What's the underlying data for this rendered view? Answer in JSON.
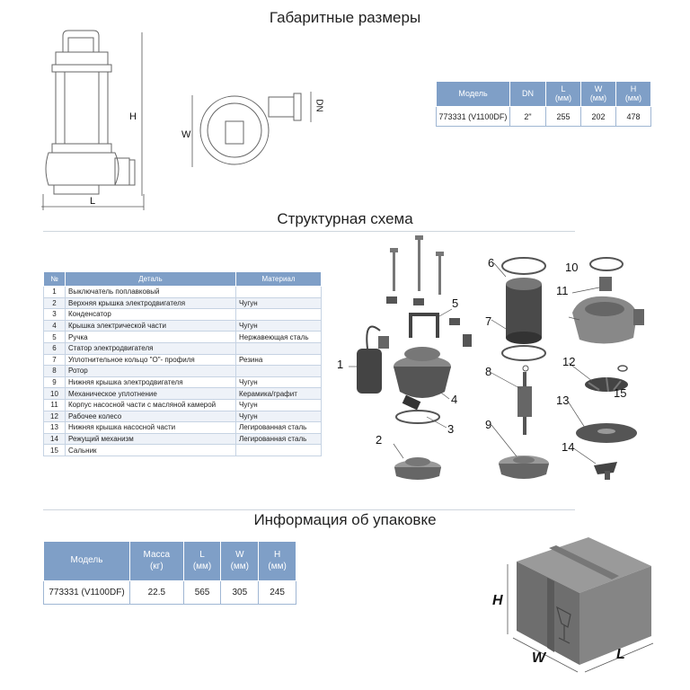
{
  "sections": {
    "dimensions_title": "Габаритные размеры",
    "structure_title": "Структурная схема",
    "packaging_title": "Информация об упаковке"
  },
  "dimension_labels": {
    "h": "H",
    "l": "L",
    "w": "W",
    "dn": "DN"
  },
  "spec_table": {
    "headers": {
      "model": "Модель",
      "dn": "DN",
      "l": "L",
      "l_unit": "(мм)",
      "w": "W",
      "w_unit": "(мм)",
      "h": "H",
      "h_unit": "(мм)"
    },
    "row": {
      "model": "773331 (V1100DF)",
      "dn": "2\"",
      "l": "255",
      "w": "202",
      "h": "478"
    }
  },
  "parts_table": {
    "headers": {
      "no": "№",
      "part": "Деталь",
      "material": "Материал"
    },
    "rows": [
      {
        "no": "1",
        "part": "Выключатель поплавковый",
        "material": ""
      },
      {
        "no": "2",
        "part": "Верхняя крышка электродвигателя",
        "material": "Чугун"
      },
      {
        "no": "3",
        "part": "Конденсатор",
        "material": ""
      },
      {
        "no": "4",
        "part": "Крышка электрической части",
        "material": "Чугун"
      },
      {
        "no": "5",
        "part": "Ручка",
        "material": "Нержавеющая сталь"
      },
      {
        "no": "6",
        "part": "Статор электродвигателя",
        "material": ""
      },
      {
        "no": "7",
        "part": "Уплотнительное кольцо \"О\"- профиля",
        "material": "Резина"
      },
      {
        "no": "8",
        "part": "Ротор",
        "material": ""
      },
      {
        "no": "9",
        "part": "Нижняя крышка электродвигателя",
        "material": "Чугун"
      },
      {
        "no": "10",
        "part": "Механическое уплотнение",
        "material": "Керамика/графит"
      },
      {
        "no": "11",
        "part": "Корпус насосной части с масляной камерой",
        "material": "Чугун"
      },
      {
        "no": "12",
        "part": "Рабочее колесо",
        "material": "Чугун"
      },
      {
        "no": "13",
        "part": "Нижняя крышка насосной части",
        "material": "Легированная сталь"
      },
      {
        "no": "14",
        "part": "Режущий механизм",
        "material": "Легированная сталь"
      },
      {
        "no": "15",
        "part": "Сальник",
        "material": ""
      }
    ]
  },
  "callouts": [
    "1",
    "2",
    "3",
    "4",
    "5",
    "6",
    "7",
    "8",
    "9",
    "10",
    "11",
    "12",
    "13",
    "14",
    "15"
  ],
  "packaging_table": {
    "headers": {
      "model": "Модель",
      "mass": "Масса",
      "mass_unit": "(кг)",
      "l": "L",
      "l_unit": "(мм)",
      "w": "W",
      "w_unit": "(мм)",
      "h": "H",
      "h_unit": "(мм)"
    },
    "row": {
      "model": "773331 (V1100DF)",
      "mass": "22.5",
      "l": "565",
      "w": "305",
      "h": "245"
    }
  },
  "box_labels": {
    "h": "H",
    "w": "W",
    "l": "L"
  },
  "colors": {
    "header": "#7f9fc7",
    "rule": "#cfd6de",
    "line_art": "#555555"
  }
}
